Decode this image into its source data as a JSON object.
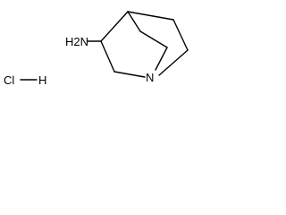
{
  "molecule": {
    "amine_label": "H2N",
    "bridgehead_nitrogen_label": "N",
    "salt": {
      "chlorine_label": "Cl",
      "hydrogen_label": "H"
    }
  }
}
